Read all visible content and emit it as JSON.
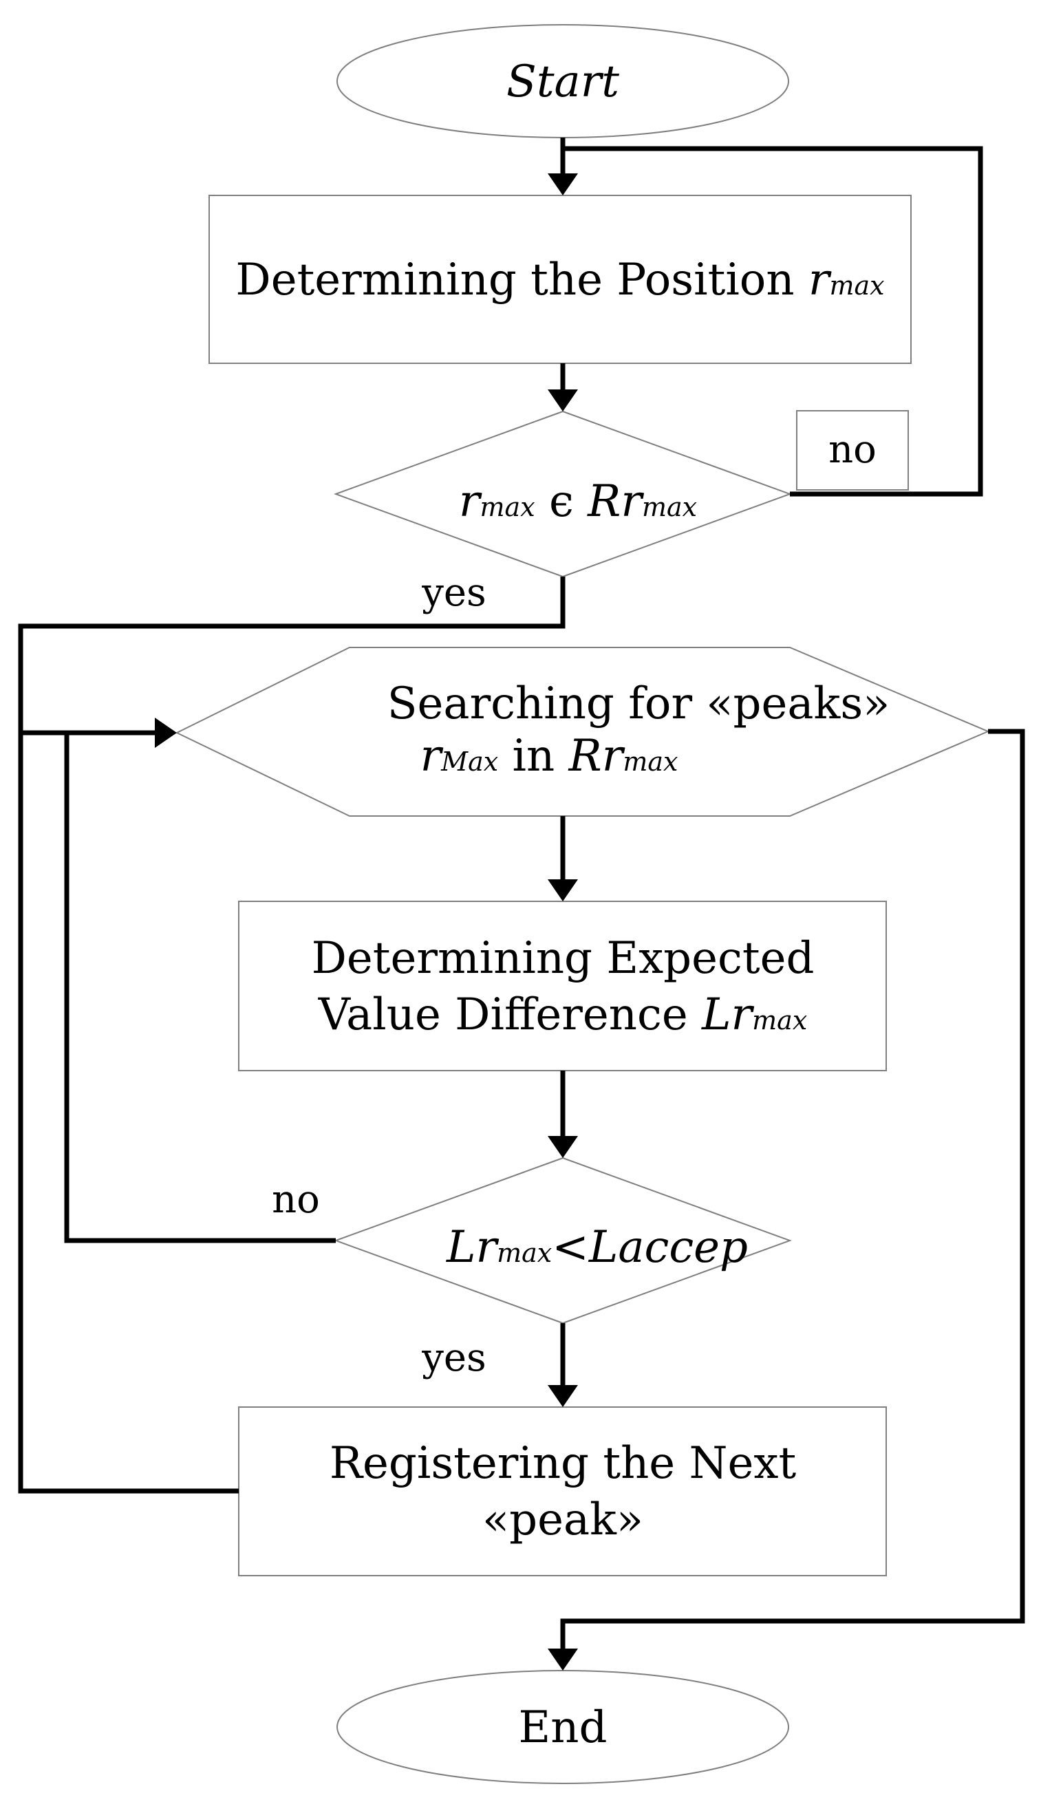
{
  "nodes": {
    "start": {
      "text": "Start"
    },
    "determine_position": {
      "text": "Determining the Position ",
      "var": "r",
      "var_sub": "max"
    },
    "check_range": {
      "var1": "r",
      "var1_sub": "max",
      "op": " є ",
      "var2": "Rr",
      "var2_sub": "max"
    },
    "search_peaks": {
      "line1": "Searching for «peaks»",
      "var1": "r",
      "var1_sub": "Max",
      "mid": " in ",
      "var2": "Rr",
      "var2_sub": "max"
    },
    "expected_value": {
      "line1": "Determining Expected",
      "line2": "Value Difference ",
      "var": "Lr",
      "var_sub": "max"
    },
    "compare": {
      "var1": "Lr",
      "var1_sub": "max",
      "op": "<",
      "var2": "Laccep"
    },
    "register_peak": {
      "line1": "Registering the Next",
      "line2": "«peak»"
    },
    "end": {
      "text": "End"
    }
  },
  "edge_labels": {
    "no_top": "no",
    "yes_top": "yes",
    "no_bottom": "no",
    "yes_bottom": "yes"
  },
  "colors": {
    "shape_border": "#7f7f7f",
    "connector": "#000000",
    "text": "#000000",
    "background": "#ffffff"
  }
}
